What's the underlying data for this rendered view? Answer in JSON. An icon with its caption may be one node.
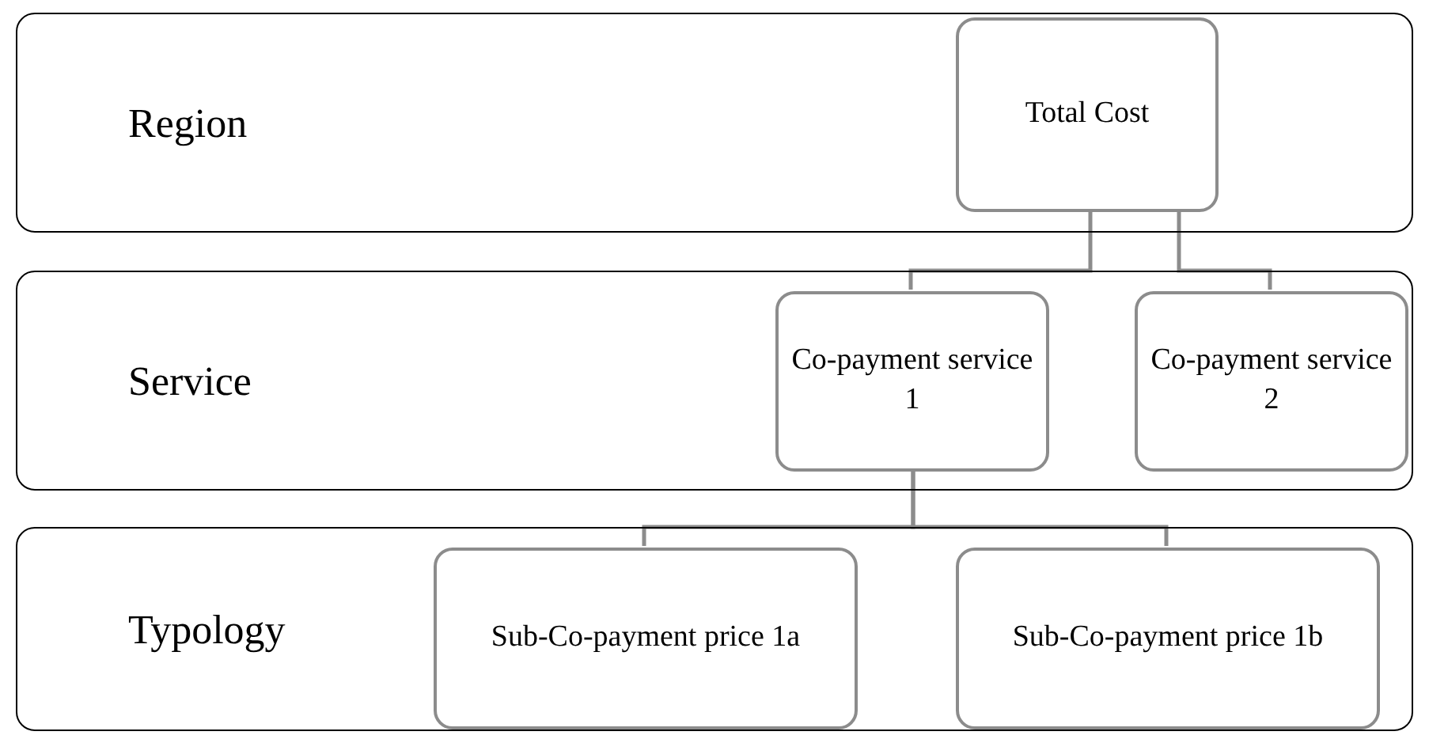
{
  "diagram": {
    "nodes": [
      {
        "text": [
          "Region"
        ]
      },
      {
        "text": [
          "Total Cost"
        ],
        "in": 0
      },
      {
        "text": [
          "Service"
        ]
      },
      {
        "text": [
          "Co-payment service 1"
        ],
        "in": 2
      },
      {
        "text": [
          "Co-payment service 2"
        ],
        "in": 2
      },
      {
        "text": [
          "Typology"
        ]
      },
      {
        "text": [
          "Sub-Co-payment price 1a"
        ],
        "in": 5
      },
      {
        "text": [
          "Sub-Co-payment price 1b"
        ],
        "in": 5
      }
    ],
    "edges": [
      {
        "from": 1,
        "to": 3,
        "arrow": "none"
      },
      {
        "from": 1,
        "to": 4,
        "arrow": "none"
      },
      {
        "from": 3,
        "to": 6,
        "arrow": "none"
      },
      {
        "from": 3,
        "to": 7,
        "arrow": "none"
      }
    ]
  }
}
